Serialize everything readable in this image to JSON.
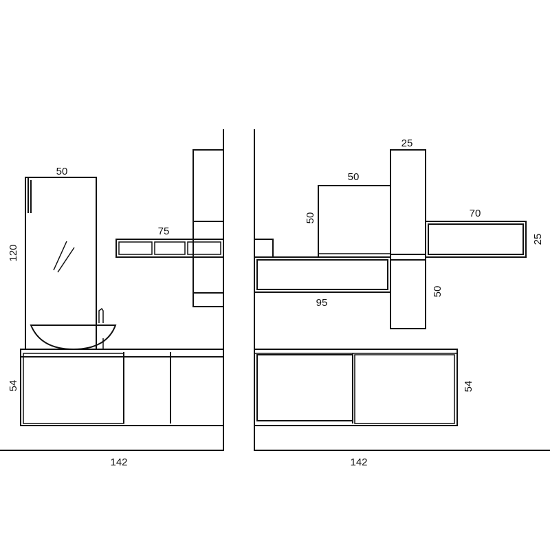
{
  "diagram": {
    "left_view": {
      "mirror_width": "50",
      "mirror_height": "120",
      "shelf_width": "75",
      "cabinet_height": "54",
      "total_width": "142"
    },
    "right_view": {
      "tall_column_width": "25",
      "box_width": "50",
      "box_height": "50",
      "shelf_right_width": "70",
      "shelf_right_height": "25",
      "shelf_long_width": "95",
      "column_lower_height": "50",
      "cabinet_height": "54",
      "total_width": "142"
    }
  }
}
